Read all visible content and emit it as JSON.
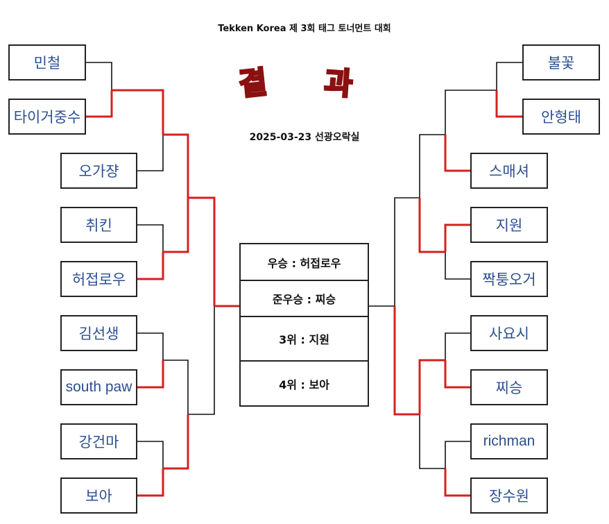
{
  "title": "Tekken Korea 제 3회 태그 토너먼트 대회",
  "header_word_left": "결",
  "header_word_right": "과",
  "date_text": "2025-03-23 선광오락실",
  "left_players": [
    "민철",
    "타이거중수",
    "오가쟝",
    "취킨",
    "허접로우",
    "김선생",
    "south paw",
    "강건마",
    "보아"
  ],
  "right_players": [
    "불꽃",
    "안형태",
    "스매셔",
    "지원",
    "짝퉁오거",
    "사요시",
    "찌승",
    "richman",
    "장수원"
  ],
  "results": [
    {
      "text": "우승 : 허접로우"
    },
    {
      "text": "준우승 : 찌승"
    },
    {
      "text": "3위 : 지원"
    },
    {
      "text": "4위 : 보아"
    }
  ],
  "colors": {
    "winner_line": "#d42020",
    "line": "#111111",
    "name": "#2c4f8f"
  }
}
